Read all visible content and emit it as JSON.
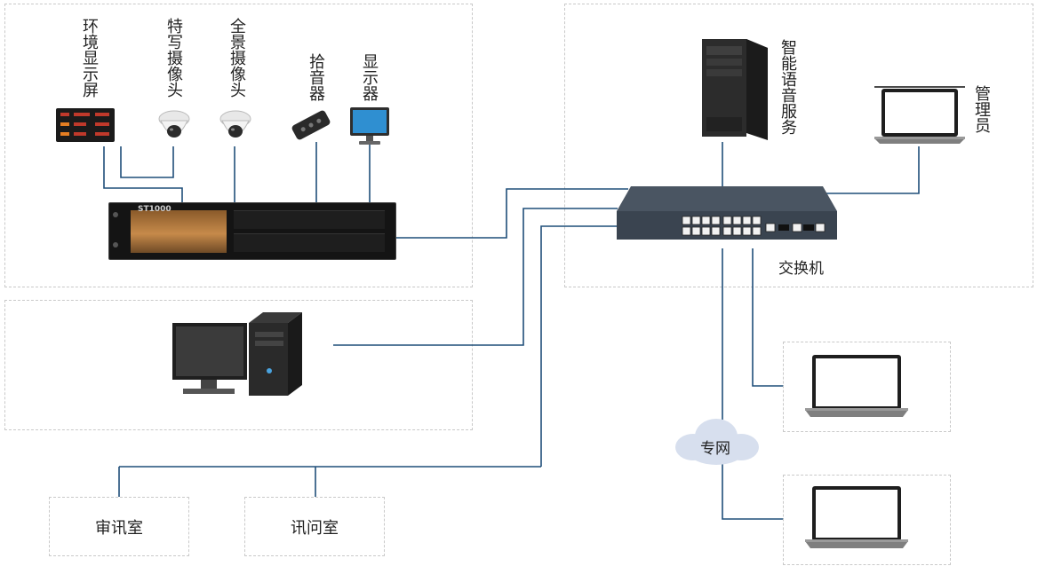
{
  "devices": {
    "env_display": "环境显示屏",
    "closeup_camera": "特写摄像头",
    "panorama_camera": "全景摄像头",
    "pickup": "拾音器",
    "monitor": "显示器",
    "voice_server": "智能语音服务",
    "admin": "管理员",
    "switch": "交换机",
    "private_net": "专网",
    "rack_brand": "ST1000"
  },
  "rooms": {
    "trial_room": "审讯室",
    "inquiry_room": "讯问室"
  },
  "colors": {
    "wire": "#1f4e79",
    "zone_border": "#c9c9c9",
    "cloud": "#d7dfee"
  }
}
